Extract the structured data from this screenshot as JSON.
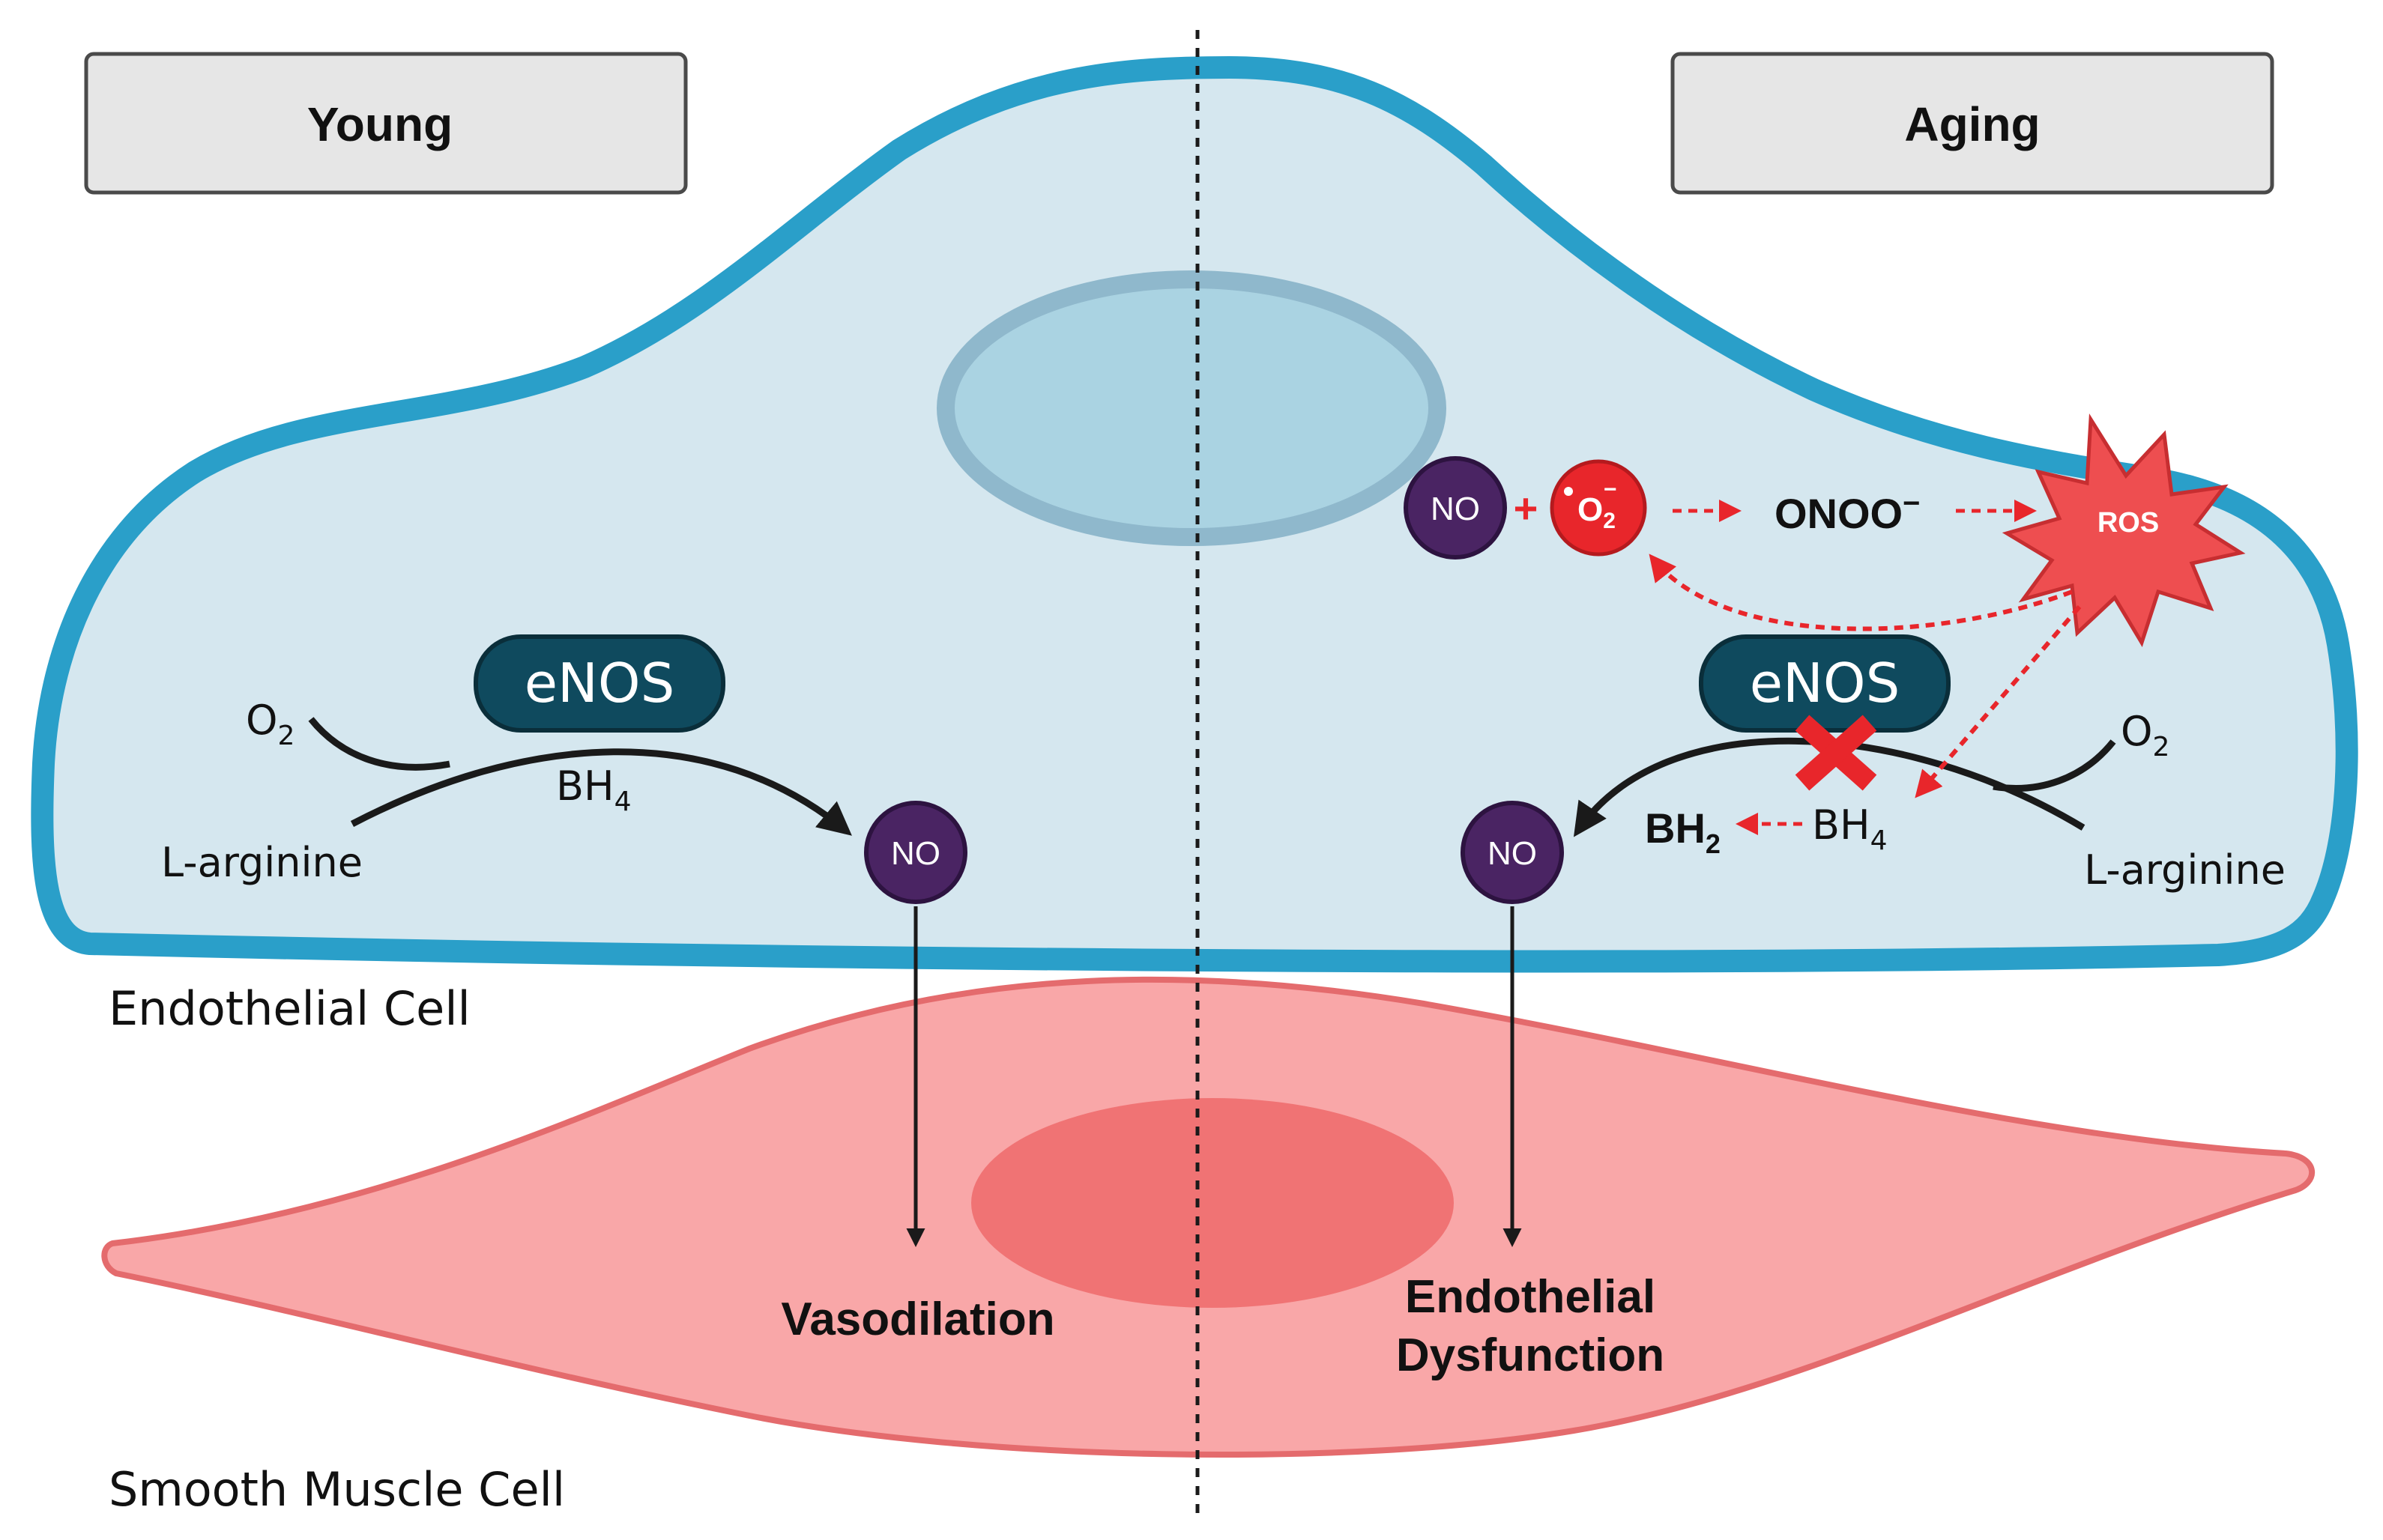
{
  "panels": {
    "left_label": "Young",
    "right_label": "Aging"
  },
  "cells": {
    "endothelial_label": "Endothelial Cell",
    "smooth_muscle_label": "Smooth Muscle Cell"
  },
  "young": {
    "enzyme": "eNOS",
    "oxygen": "O",
    "oxygen_sub": "2",
    "cofactor": "BH",
    "cofactor_sub": "4",
    "substrate": "L-arginine",
    "product": "NO",
    "outcome": "Vasodilation"
  },
  "aging": {
    "enzyme": "eNOS",
    "oxygen": "O",
    "oxygen_sub": "2",
    "cofactor": "BH",
    "cofactor_sub": "4",
    "oxidized_cofactor": "BH",
    "oxidized_cofactor_sub": "2",
    "substrate": "L-arginine",
    "product": "NO",
    "no_in_reaction": "NO",
    "plus": "+",
    "superoxide": "O",
    "superoxide_sub": "2",
    "superoxide_charge": "−",
    "peroxynitrite": "ONOO",
    "peroxynitrite_charge": "−",
    "ros": "ROS",
    "outcome_line1": "Endothelial",
    "outcome_line2": "Dysfunction"
  },
  "colors": {
    "endothelial_fill": "#d5e7ef",
    "endothelial_border": "#2a9fc9",
    "nucleus_fill": "#aad3e2",
    "nucleus_border": "#8fb8cc",
    "smooth_muscle_fill": "#f9a7a8",
    "smooth_muscle_border": "#e46b6d",
    "smooth_muscle_nucleus": "#f07374",
    "enos_fill": "#0f4a5e",
    "no_fill": "#4a2463",
    "red": "#e8262b",
    "ros_fill": "#ee4e50",
    "label_box_fill": "#e6e6e6"
  }
}
